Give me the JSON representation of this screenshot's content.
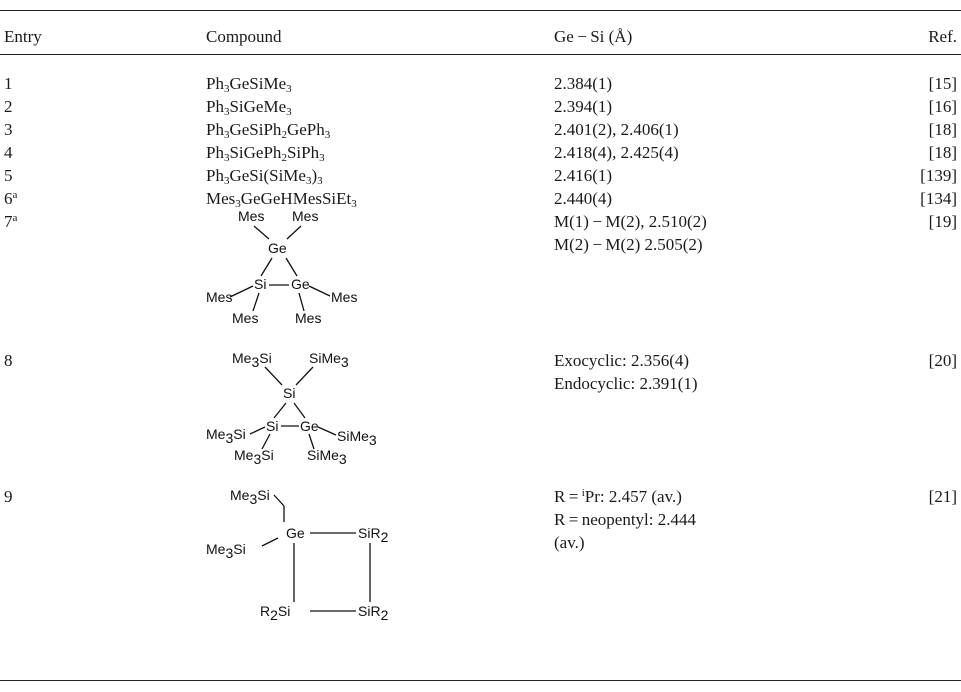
{
  "header": {
    "entry": "Entry",
    "compound": "Compound",
    "gesi": "Ge − Si (Å)",
    "ref": "Ref."
  },
  "rows": [
    {
      "entry": "1",
      "compound": [
        "Ph",
        "3",
        "GeSiMe",
        "3"
      ],
      "value": "2.384(1)",
      "ref": "[15]"
    },
    {
      "entry": "2",
      "compound": [
        "Ph",
        "3",
        "SiGeMe",
        "3"
      ],
      "value": "2.394(1)",
      "ref": "[16]"
    },
    {
      "entry": "3",
      "compound": [
        "Ph",
        "3",
        "GeSiPh",
        "2",
        "GePh",
        "3"
      ],
      "value": "2.401(2), 2.406(1)",
      "ref": "[18]"
    },
    {
      "entry": "4",
      "compound": [
        "Ph",
        "3",
        "SiGePh",
        "2",
        "SiPh",
        "3"
      ],
      "value": "2.418(4), 2.425(4)",
      "ref": "[18]"
    },
    {
      "entry": "5",
      "compound": [
        "Ph",
        "3",
        "GeSi(SiMe",
        "3",
        ")",
        "3"
      ],
      "value": "2.416(1)",
      "ref": "[139]"
    },
    {
      "entry": "6",
      "entry_sup": "a",
      "compound": [
        "Mes",
        "3",
        "GeGeHMesSiEt",
        "3"
      ],
      "value": "2.440(4)",
      "ref": "[134]"
    },
    {
      "entry": "7",
      "entry_sup": "a",
      "value": "M(1) − M(2), 2.510(2)",
      "value2": "M(2) − M(2) 2.505(2)",
      "ref": "[19]"
    },
    {
      "entry": "8",
      "value": "Exocyclic: 2.356(4)",
      "value2": "Endocyclic: 2.391(1)",
      "ref": "[20]"
    },
    {
      "entry": "9",
      "value_prefix": "R = ",
      "value_sup": "i",
      "value_rest": "Pr: 2.457 (av.)",
      "value2": "R = neopentyl: 2.444",
      "value3": "(av.)",
      "ref": "[21]"
    }
  ],
  "structures": {
    "s7": {
      "mes": "Mes",
      "ge": "Ge",
      "si": "Si"
    },
    "s8": {
      "me": "Me",
      "si": "Si",
      "ge": "Ge",
      "three": "3"
    },
    "s9": {
      "me": "Me",
      "si": "Si",
      "ge": "Ge",
      "r": "R",
      "two": "2",
      "three": "3"
    }
  }
}
